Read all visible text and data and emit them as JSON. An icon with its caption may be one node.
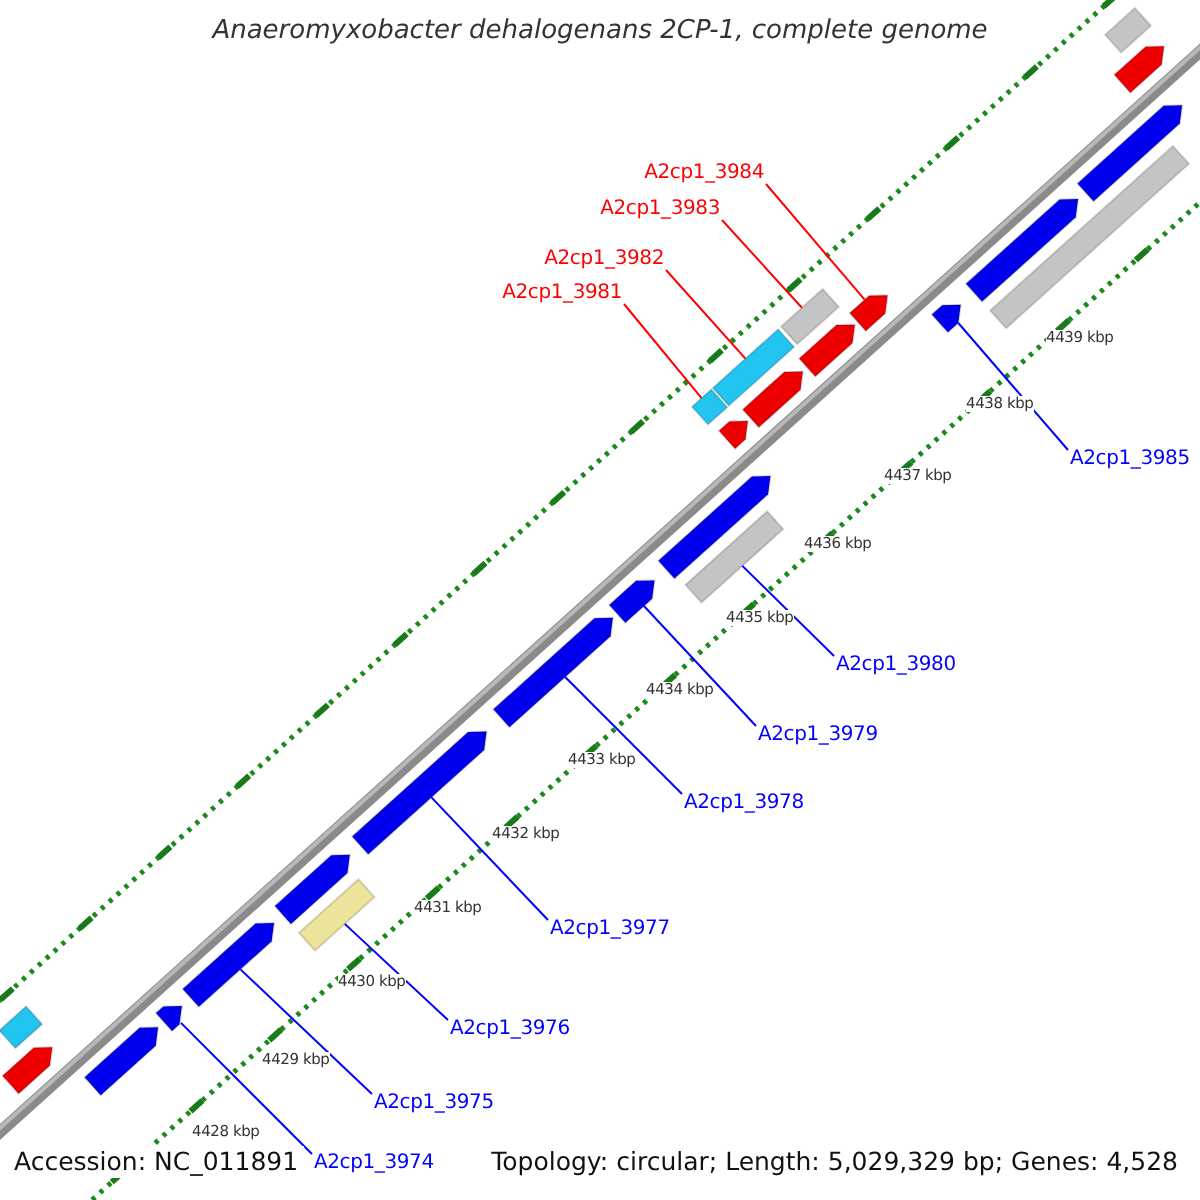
{
  "diagram": {
    "title": "Anaeromyxobacter dehalogenans 2CP-1, complete genome",
    "nodes": [
      {
        "text": [
          "A2cp1_3984"
        ]
      },
      {
        "text": [
          "A2cp1_3983"
        ]
      },
      {
        "text": [
          "A2cp1_3982"
        ]
      },
      {
        "text": [
          "A2cp1_3981"
        ]
      },
      {
        "text": [
          "A2cp1_3985"
        ]
      },
      {
        "text": [
          "A2cp1_3980"
        ]
      },
      {
        "text": [
          "A2cp1_3979"
        ]
      },
      {
        "text": [
          "A2cp1_3978"
        ]
      },
      {
        "text": [
          "A2cp1_3977"
        ]
      },
      {
        "text": [
          "A2cp1_3976"
        ]
      },
      {
        "text": [
          "A2cp1_3975"
        ]
      },
      {
        "text": [
          "A2cp1_3974"
        ]
      },
      {
        "text": [],
        "shape": "bar"
      },
      {
        "text": [],
        "shape": "bar"
      },
      {
        "text": [],
        "shape": "bar"
      },
      {
        "text": [],
        "shape": "bar"
      },
      {
        "text": [],
        "shape": "bar"
      },
      {
        "text": [],
        "shape": "bar"
      },
      {
        "text": [],
        "shape": "bar"
      },
      {
        "text": [],
        "shape": "bar"
      },
      {
        "text": [],
        "shape": "bar"
      },
      {
        "text": [],
        "shape": "bar"
      },
      {
        "text": [],
        "shape": "bar"
      },
      {
        "text": [],
        "shape": "bar"
      },
      {
        "text": [],
        "shape": "bar"
      },
      {
        "text": [],
        "shape": "bar"
      },
      {
        "text": [],
        "shape": "bar"
      },
      {
        "text": [],
        "shape": "bar"
      },
      {
        "text": [],
        "shape": "bar"
      },
      {
        "text": [],
        "shape": "bar"
      },
      {
        "text": [],
        "shape": "bar"
      },
      {
        "text": [],
        "shape": "bar"
      },
      {
        "text": [],
        "shape": "bar"
      },
      {
        "text": [],
        "shape": "bar"
      },
      {
        "text": [],
        "shape": "bar"
      },
      {
        "text": [],
        "shape": "bar"
      },
      {
        "text": [],
        "shape": "bar"
      }
    ],
    "edges": [
      {
        "from": 0,
        "to": 30,
        "arrow": "none",
        "color": "#ff0000"
      },
      {
        "from": 1,
        "to": 29,
        "arrow": "none",
        "color": "#ff0000"
      },
      {
        "from": 2,
        "to": 26,
        "arrow": "none",
        "color": "#ff0000"
      },
      {
        "from": 3,
        "to": 24,
        "arrow": "none",
        "color": "#ff0000"
      },
      {
        "from": 4,
        "to": 31,
        "arrow": "none"
      },
      {
        "from": 5,
        "to": 23,
        "arrow": "none"
      },
      {
        "from": 6,
        "to": 21,
        "arrow": "none"
      },
      {
        "from": 7,
        "to": 20,
        "arrow": "none"
      },
      {
        "from": 8,
        "to": 19,
        "arrow": "none"
      },
      {
        "from": 9,
        "to": 18,
        "arrow": "none"
      },
      {
        "from": 10,
        "to": 16,
        "arrow": "none"
      },
      {
        "from": 11,
        "to": 15,
        "arrow": "none"
      }
    ],
    "labels": [
      "4439 kbp",
      "4438 kbp",
      "4437 kbp",
      "4436 kbp",
      "4435 kbp",
      "4434 kbp",
      "4433 kbp",
      "4432 kbp",
      "4431 kbp",
      "4430 kbp",
      "4429 kbp",
      "4428 kbp",
      "Accession: NC_011891",
      "Topology: circular; Length: 5,029,329 bp; Genes: 4,528"
    ]
  }
}
